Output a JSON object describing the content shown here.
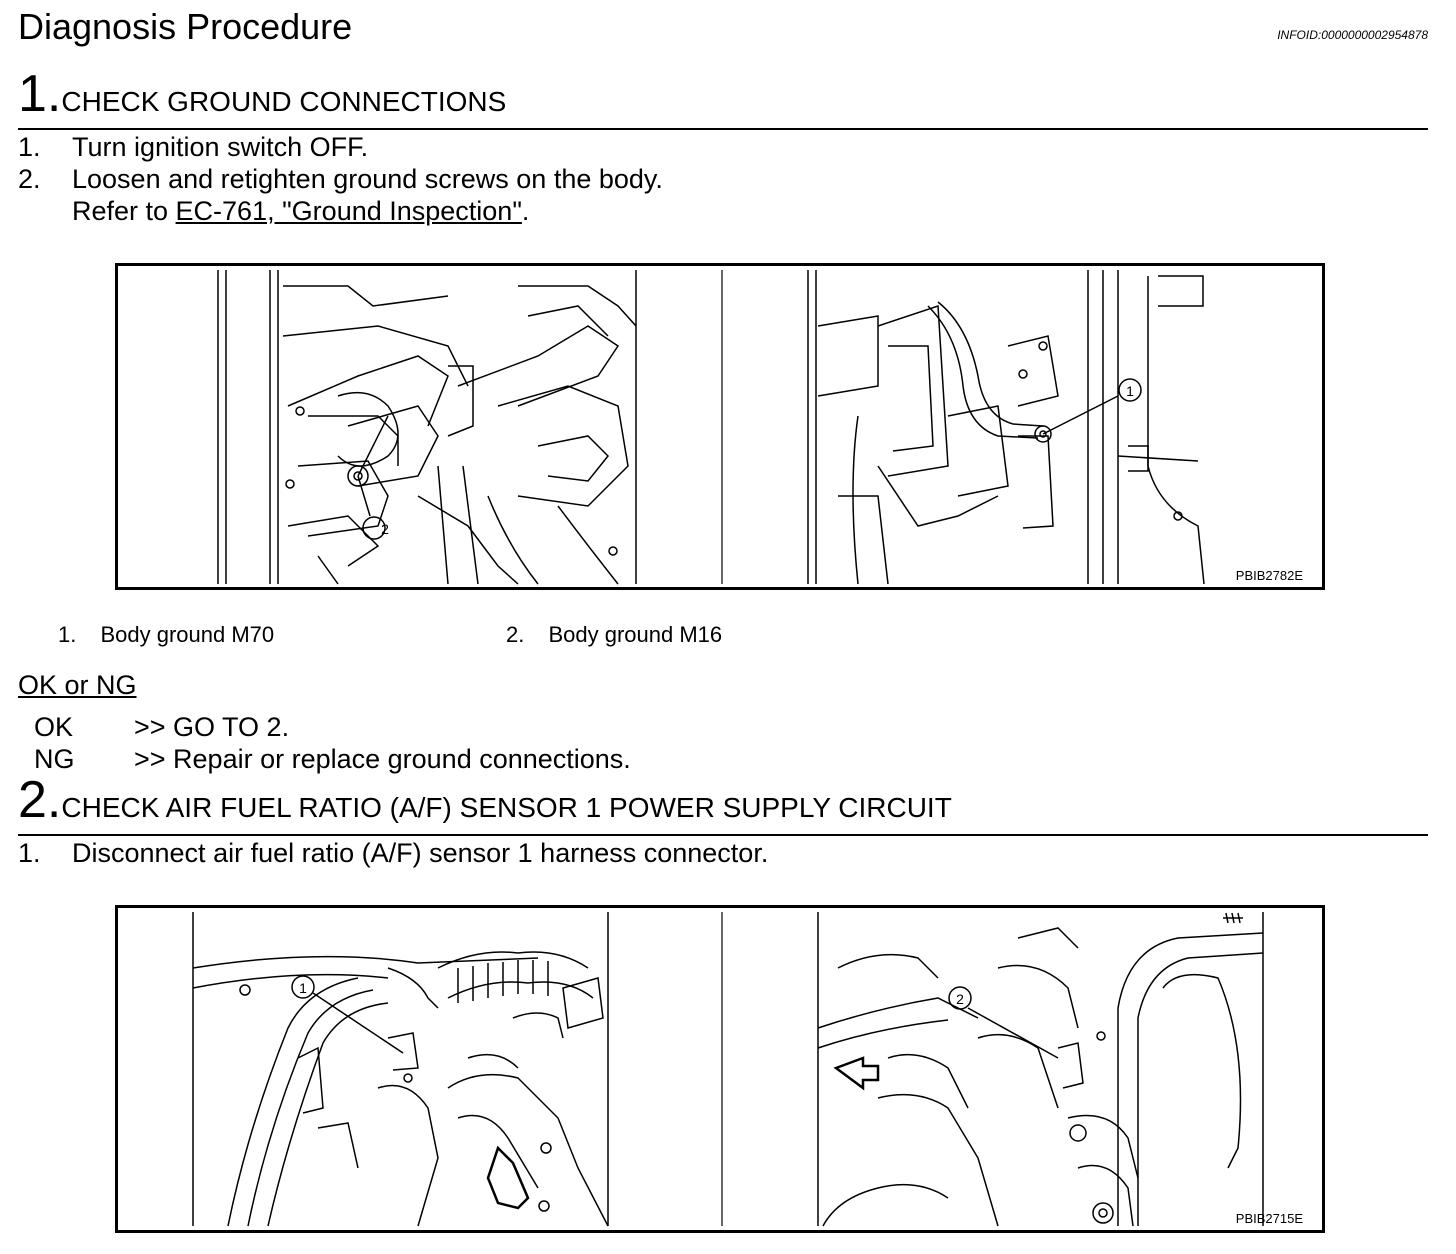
{
  "header": {
    "title": "Diagnosis Procedure",
    "info_id": "INFOID:0000000002954878"
  },
  "step1": {
    "number": "1.",
    "heading": "CHECK GROUND CONNECTIONS",
    "items": [
      {
        "n": "1.",
        "text": "Turn ignition switch OFF."
      },
      {
        "n": "2.",
        "text": "Loosen and retighten ground screws on the body."
      }
    ],
    "refer_prefix": "Refer to ",
    "refer_link": "EC-761, \"Ground Inspection\"",
    "refer_suffix": ".",
    "figure": {
      "code": "PBIB2782E",
      "callouts": [
        "1",
        "2"
      ]
    },
    "legend": [
      {
        "n": "1.",
        "text": "Body ground M70"
      },
      {
        "n": "2.",
        "text": "Body ground M16"
      }
    ],
    "result_title": "OK or NG",
    "results": [
      {
        "key": "OK",
        "text": ">> GO TO 2."
      },
      {
        "key": "NG",
        "text": ">> Repair or replace ground connections."
      }
    ]
  },
  "step2": {
    "number": "2.",
    "heading": "CHECK AIR FUEL RATIO (A/F) SENSOR 1 POWER SUPPLY CIRCUIT",
    "items": [
      {
        "n": "1.",
        "text": "Disconnect air fuel ratio (A/F) sensor 1 harness connector."
      }
    ],
    "figure": {
      "code": "PBIB2715E",
      "callouts": [
        "1",
        "2"
      ]
    }
  }
}
